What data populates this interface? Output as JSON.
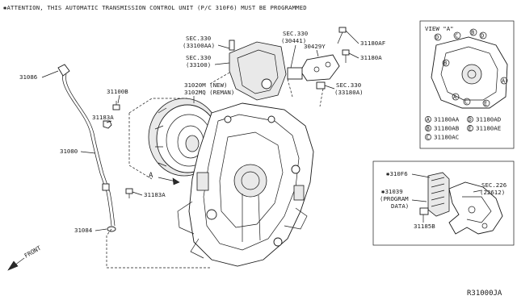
{
  "attention_note": "✱ATTENTION, THIS AUTOMATIC TRANSMISSION CONTROL UNIT (P/C 310F6) MUST BE PROGRAMMED",
  "diagram_code": "R31000JA",
  "front_label": "FRONT",
  "view_marker": "A",
  "callouts": {
    "c31086": "31086",
    "c31100b": "31100B",
    "c31183a_top": "31183A",
    "c31080": "31080",
    "c31183a_bottom": "31183A",
    "c31084": "31084",
    "c31020m": "31020M (NEW)",
    "c3102mq": "3102MQ (REMAN)",
    "sec330_aa_1": "SEC.330",
    "sec330_aa_2": "(33100AA)",
    "sec330_100_1": "SEC.330",
    "sec330_100_2": "(33100)",
    "sec330_441_1": "SEC.330",
    "sec330_441_2": "(30441)",
    "c30429y": "30429Y",
    "c31180af": "31180AF",
    "c31180a": "31180A",
    "sec330_180a_1": "SEC.330",
    "sec330_180a_2": "(33180A)",
    "c310f6": "✱310F6",
    "c31039_1": "✱31039",
    "c31039_2": "(PROGRAM",
    "c31039_3": "DATA)",
    "c31185b": "31185B",
    "sec226_1": "SEC.226",
    "sec226_2": "(22612)"
  },
  "view_a": {
    "title": "VIEW \"A\"",
    "legend": [
      {
        "key": "A",
        "part": "31180AA"
      },
      {
        "key": "B",
        "part": "31180AB"
      },
      {
        "key": "C",
        "part": "31180AC"
      },
      {
        "key": "D",
        "part": "31180AD"
      },
      {
        "key": "E",
        "part": "31180AE"
      }
    ]
  }
}
